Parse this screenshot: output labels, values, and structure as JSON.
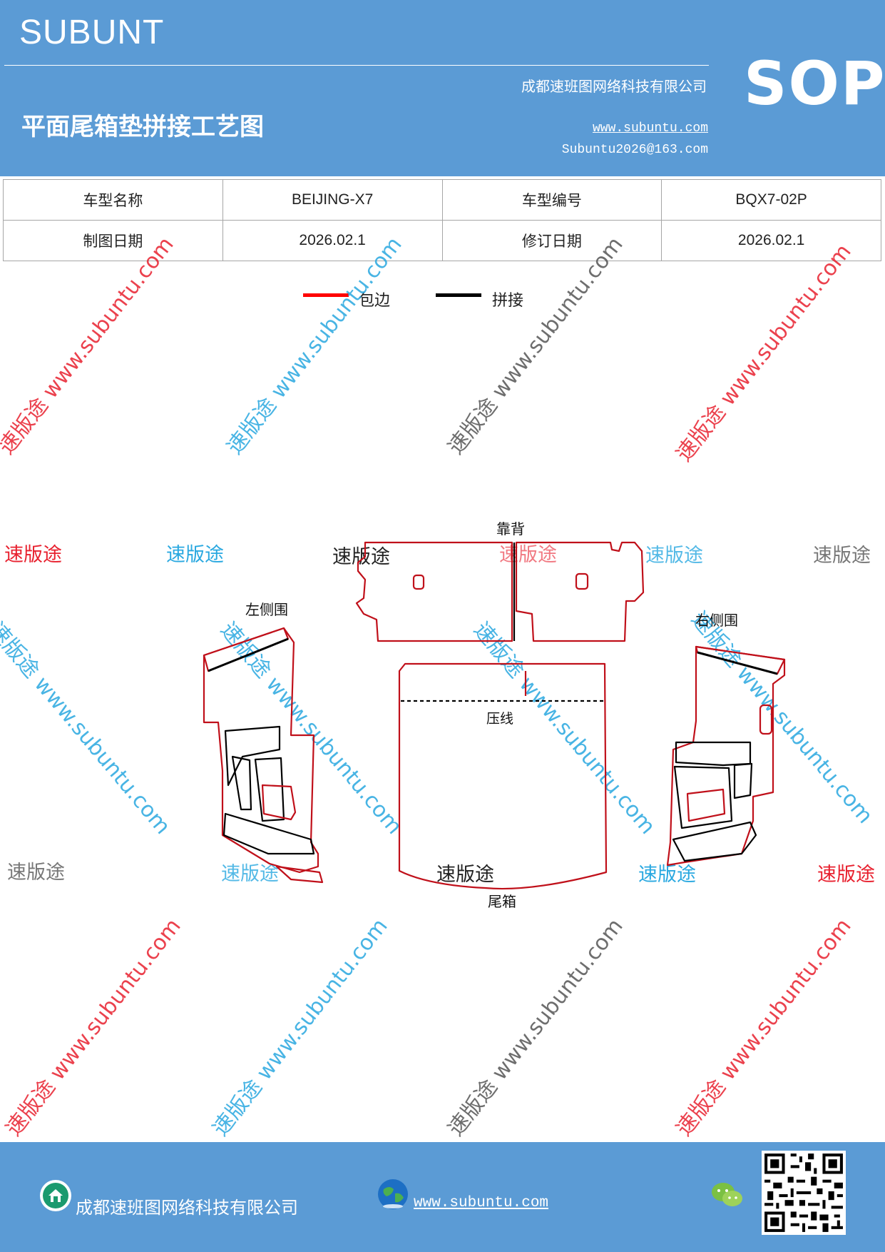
{
  "header": {
    "brand": "SUBUNT",
    "title": "平面尾箱垫拼接工艺图",
    "company": "成都速班图网络科技有限公司",
    "website": "www.subuntu.com",
    "email": "Subuntu2026@163.com",
    "badge": "SOP"
  },
  "info_table": {
    "rows": [
      [
        "车型名称",
        "BEIJING-X7",
        "车型编号",
        "BQX7-02P"
      ],
      [
        "制图日期",
        "2026.02.1",
        "修订日期",
        "2026.02.1"
      ]
    ]
  },
  "legend": [
    {
      "label": "包边",
      "color": "#ff0000"
    },
    {
      "label": "拼接",
      "color": "#000000"
    }
  ],
  "diagram": {
    "labels": {
      "backrest": "靠背",
      "left_side": "左侧围",
      "right_side": "右侧围",
      "press_line": "压线",
      "trunk": "尾箱"
    },
    "edge_color": "#c0101a",
    "seam_color": "#000000"
  },
  "watermark": {
    "word": "速版途",
    "site": "www.subuntu.com",
    "colors": {
      "red": "#e8202e",
      "blue": "#29a8e0",
      "gray": "#777777"
    }
  },
  "footer": {
    "company": "成都速班图网络科技有限公司",
    "website": "www.subuntu.com",
    "icons": [
      "house-badge-icon",
      "globe-icon",
      "wechat-icon",
      "qr-code"
    ]
  }
}
